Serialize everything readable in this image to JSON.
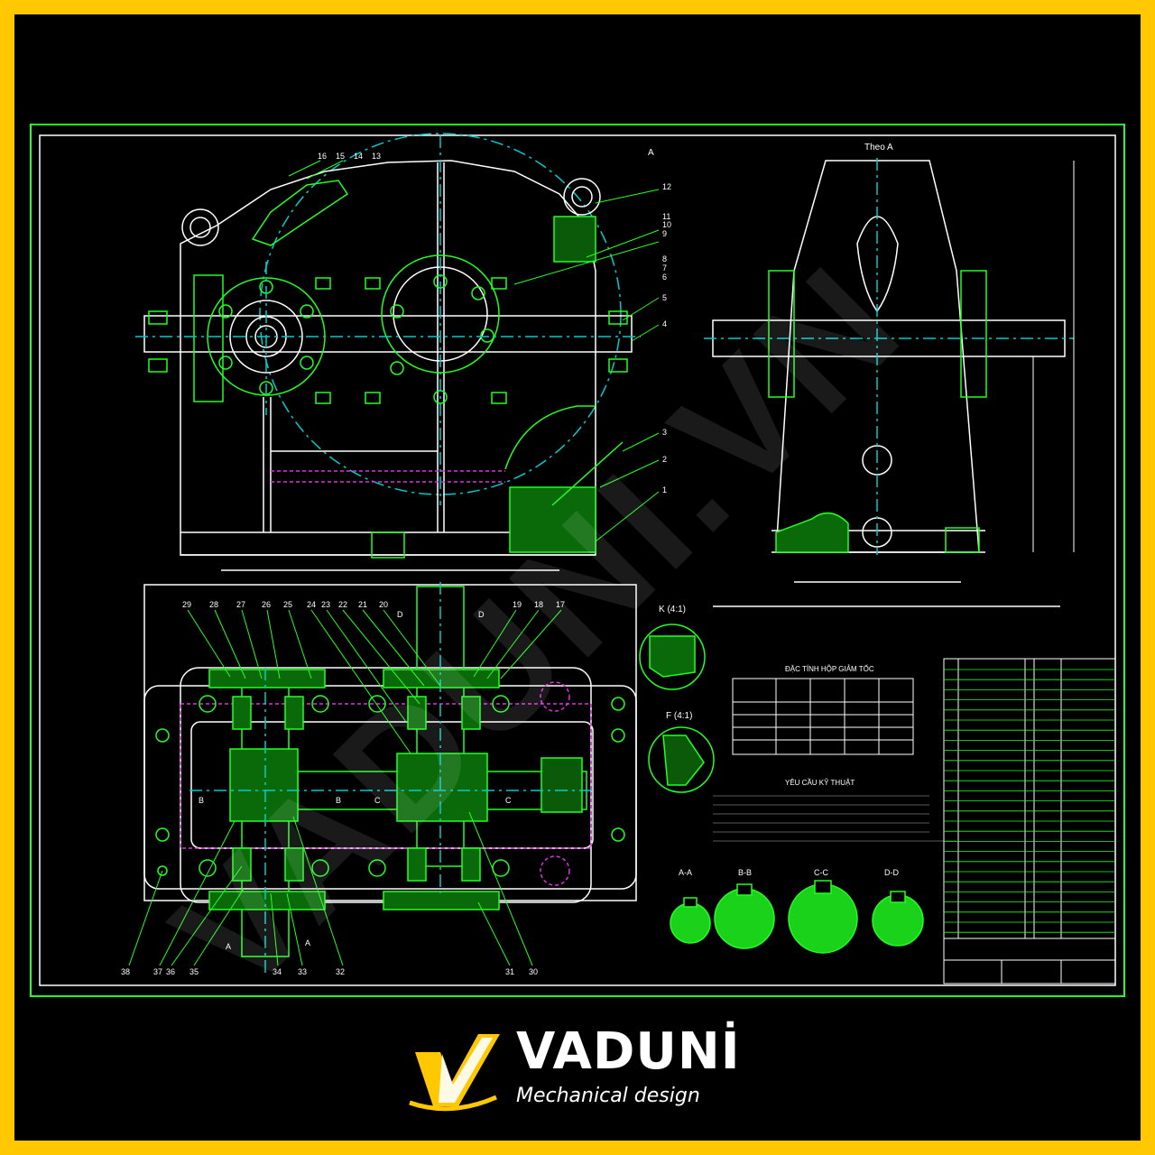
{
  "brand": {
    "name": "VADUNİ",
    "tagline": "Mechanical design",
    "watermark": "VADUNI.VN",
    "colors": {
      "frame": "#FFC800",
      "background": "#000000",
      "lines": "#22ff22",
      "outline": "#ffffff",
      "centerline": "#00cccc",
      "hidden": "#dd33dd"
    }
  },
  "drawing": {
    "side_view_title": "Theo A",
    "view_arrow_label": "A",
    "detail_k": "K (4:1)",
    "detail_f": "F (4:1)",
    "table_title": "ĐẶC TÍNH HỘP GIẢM TỐC",
    "requirements_title": "YÊU CẦU KỸ THUẬT",
    "sections": [
      "A-A",
      "B-B",
      "C-C",
      "D-D"
    ],
    "front_callouts": [
      "16",
      "15",
      "14",
      "13",
      "12",
      "11",
      "10",
      "9",
      "8",
      "7",
      "6",
      "5",
      "4",
      "3",
      "2",
      "1"
    ],
    "top_callouts_upper": [
      "29",
      "28",
      "27",
      "26",
      "25",
      "24",
      "23",
      "22",
      "21",
      "20",
      "19",
      "18",
      "17"
    ],
    "top_callouts_lower": [
      "38",
      "37",
      "36",
      "35",
      "34",
      "33",
      "32",
      "31",
      "30"
    ],
    "section_marks": [
      "A",
      "A",
      "B",
      "B",
      "C",
      "C",
      "D",
      "D"
    ]
  }
}
